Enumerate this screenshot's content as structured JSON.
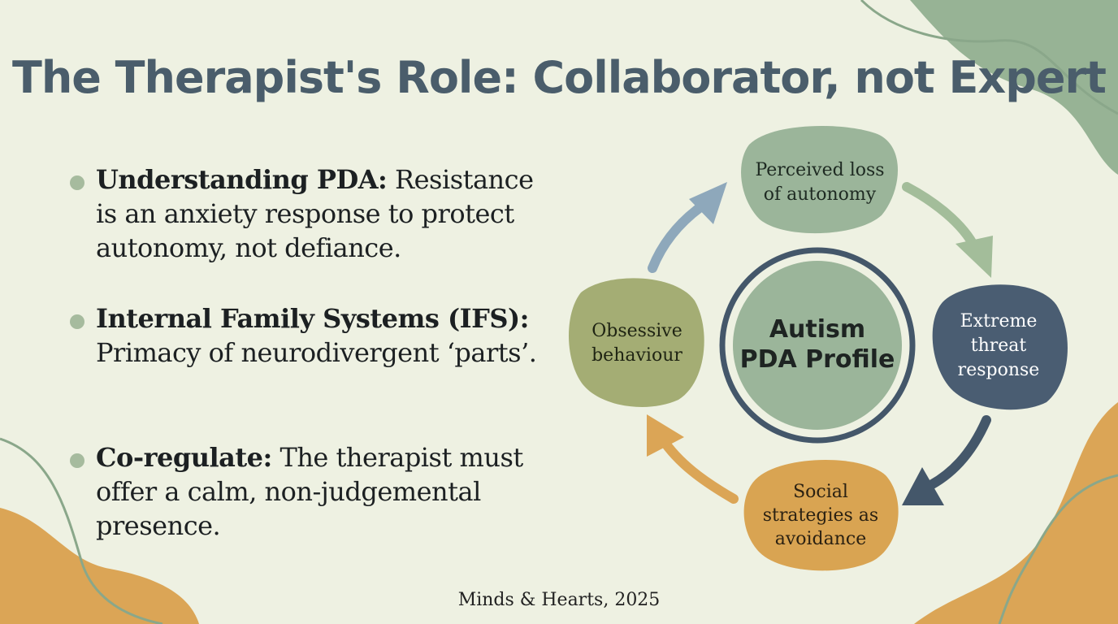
{
  "title": "The Therapist's Role: Collaborator, not Expert",
  "bullets": [
    {
      "term": "Understanding PDA:",
      "text": " Resistance is an anxiety response to protect autonomy, not defiance."
    },
    {
      "term": "Internal Family Systems (IFS):",
      "text": " Primacy of neurodivergent ‘parts’."
    },
    {
      "term": "Co-regulate:",
      "text": " The therapist must offer a calm, non-judgemental presence."
    }
  ],
  "diagram": {
    "center": {
      "line1": "Autism",
      "line2": "PDA Profile"
    },
    "nodes": [
      {
        "id": "perceived-loss",
        "lines": [
          "Perceived loss",
          "of autonomy"
        ],
        "color": "#9bb59a",
        "text_color": "#1e2a22"
      },
      {
        "id": "extreme-threat",
        "lines": [
          "Extreme",
          "threat",
          "response"
        ],
        "color": "#4a5d72",
        "text_color": "#ffffff"
      },
      {
        "id": "social-strategies",
        "lines": [
          "Social",
          "strategies as",
          "avoidance"
        ],
        "color": "#d9a452",
        "text_color": "#2b2112"
      },
      {
        "id": "obsessive-behaviour",
        "lines": [
          "Obsessive",
          "behaviour"
        ],
        "color": "#a4ad74",
        "text_color": "#1f2413"
      }
    ],
    "arrow_colors": [
      "#a3bd9a",
      "#44576a",
      "#dba556",
      "#8ea8bb"
    ]
  },
  "credit": "Minds & Hearts, 2025"
}
